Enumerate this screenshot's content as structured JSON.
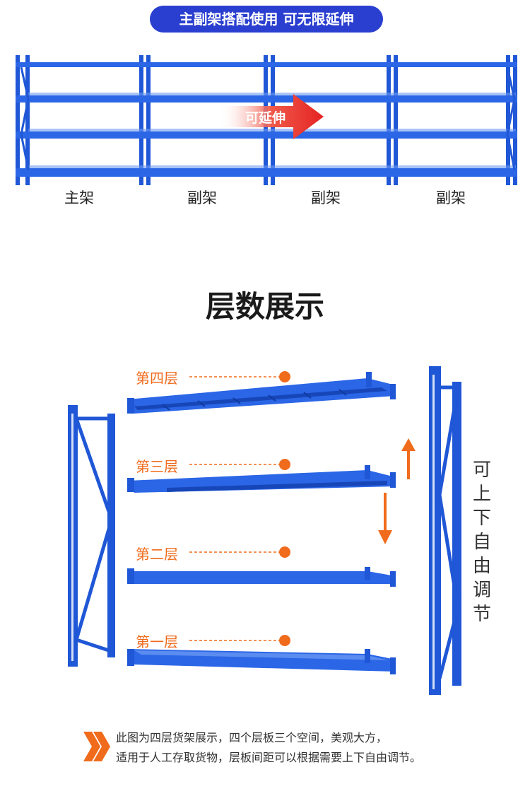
{
  "header": {
    "banner": "主副架搭配使用 可无限延伸"
  },
  "top_rack": {
    "arrow_label": "可延伸",
    "labels": [
      "主架",
      "副架",
      "副架",
      "副架"
    ]
  },
  "section": {
    "title": "层数展示",
    "layers": [
      "第四层",
      "第三层",
      "第二层",
      "第一层"
    ],
    "vertical_note": [
      "可",
      "上",
      "下",
      "自",
      "由",
      "调",
      "节"
    ]
  },
  "description": {
    "line1": "此图为四层货架展示，四个层板三个空间，美观大方，",
    "line2": "适用于人工存取货物，层板间距可以根据需要上下自由调节。"
  },
  "colors": {
    "rack_blue": "#1f57d6",
    "accent_orange": "#f06b1c",
    "banner": "#2a3fcf"
  }
}
